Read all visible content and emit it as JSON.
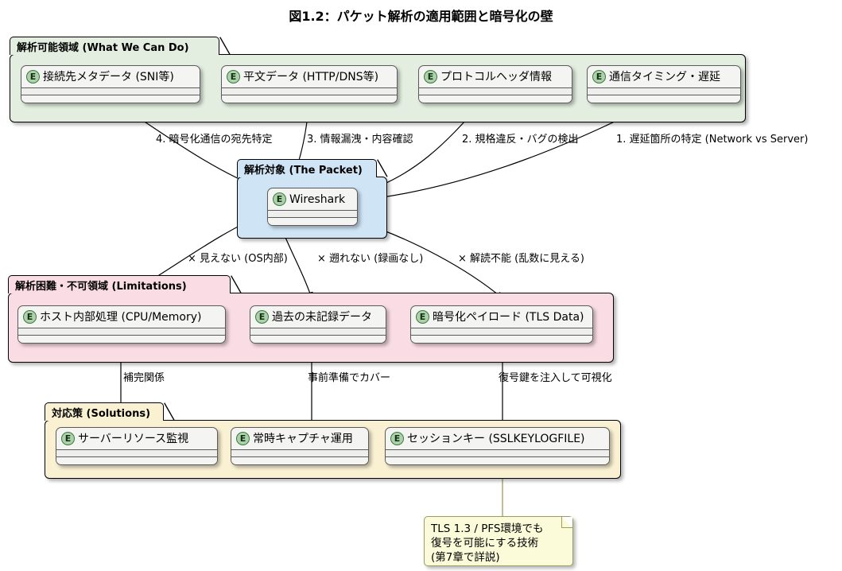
{
  "title": "図1.2：パケット解析の適用範囲と暗号化の壁",
  "packages": {
    "capabilities": {
      "header": "解析可能領域 (What We Can Do)",
      "color": "#E3EEE0",
      "entities": [
        {
          "icon": "E",
          "label": "接続先メタデータ (SNI等)"
        },
        {
          "icon": "E",
          "label": "平文データ (HTTP/DNS等)"
        },
        {
          "icon": "E",
          "label": "プロトコルヘッダ情報"
        },
        {
          "icon": "E",
          "label": "通信タイミング・遅延"
        }
      ]
    },
    "packet": {
      "header": "解析対象 (The Packet)",
      "color": "#CFE4F5",
      "entities": [
        {
          "icon": "E",
          "label": "Wireshark"
        }
      ]
    },
    "limitations": {
      "header": "解析困難・不可領域 (Limitations)",
      "color": "#FADDE4",
      "entities": [
        {
          "icon": "E",
          "label": "ホスト内部処理 (CPU/Memory)"
        },
        {
          "icon": "E",
          "label": "過去の未記録データ"
        },
        {
          "icon": "E",
          "label": "暗号化ペイロード (TLS Data)"
        }
      ]
    },
    "solutions": {
      "header": "対応策 (Solutions)",
      "color": "#FAF0D2",
      "entities": [
        {
          "icon": "E",
          "label": "サーバーリソース監視"
        },
        {
          "icon": "E",
          "label": "常時キャプチャ運用"
        },
        {
          "icon": "E",
          "label": "セッションキー (SSLKEYLOGFILE)"
        }
      ]
    }
  },
  "edge_labels": {
    "up_4": "4. 暗号化通信の宛先特定",
    "up_3": "3. 情報漏洩・内容確認",
    "up_2": "2. 規格違反・バグの検出",
    "up_1": "1. 遅延箇所の特定 (Network vs Server)",
    "down_1": "× 見えない (OS内部)",
    "down_2": "× 遡れない (録画なし)",
    "down_3": "× 解読不能 (乱数に見える)",
    "sol_1": "補完関係",
    "sol_2": "事前準備でカバー",
    "sol_3": "復号鍵を注入して可視化"
  },
  "note": {
    "lines": [
      "TLS 1.3 / PFS環境でも",
      "復号を可能にする技術",
      "(第7章で詳説)"
    ]
  }
}
